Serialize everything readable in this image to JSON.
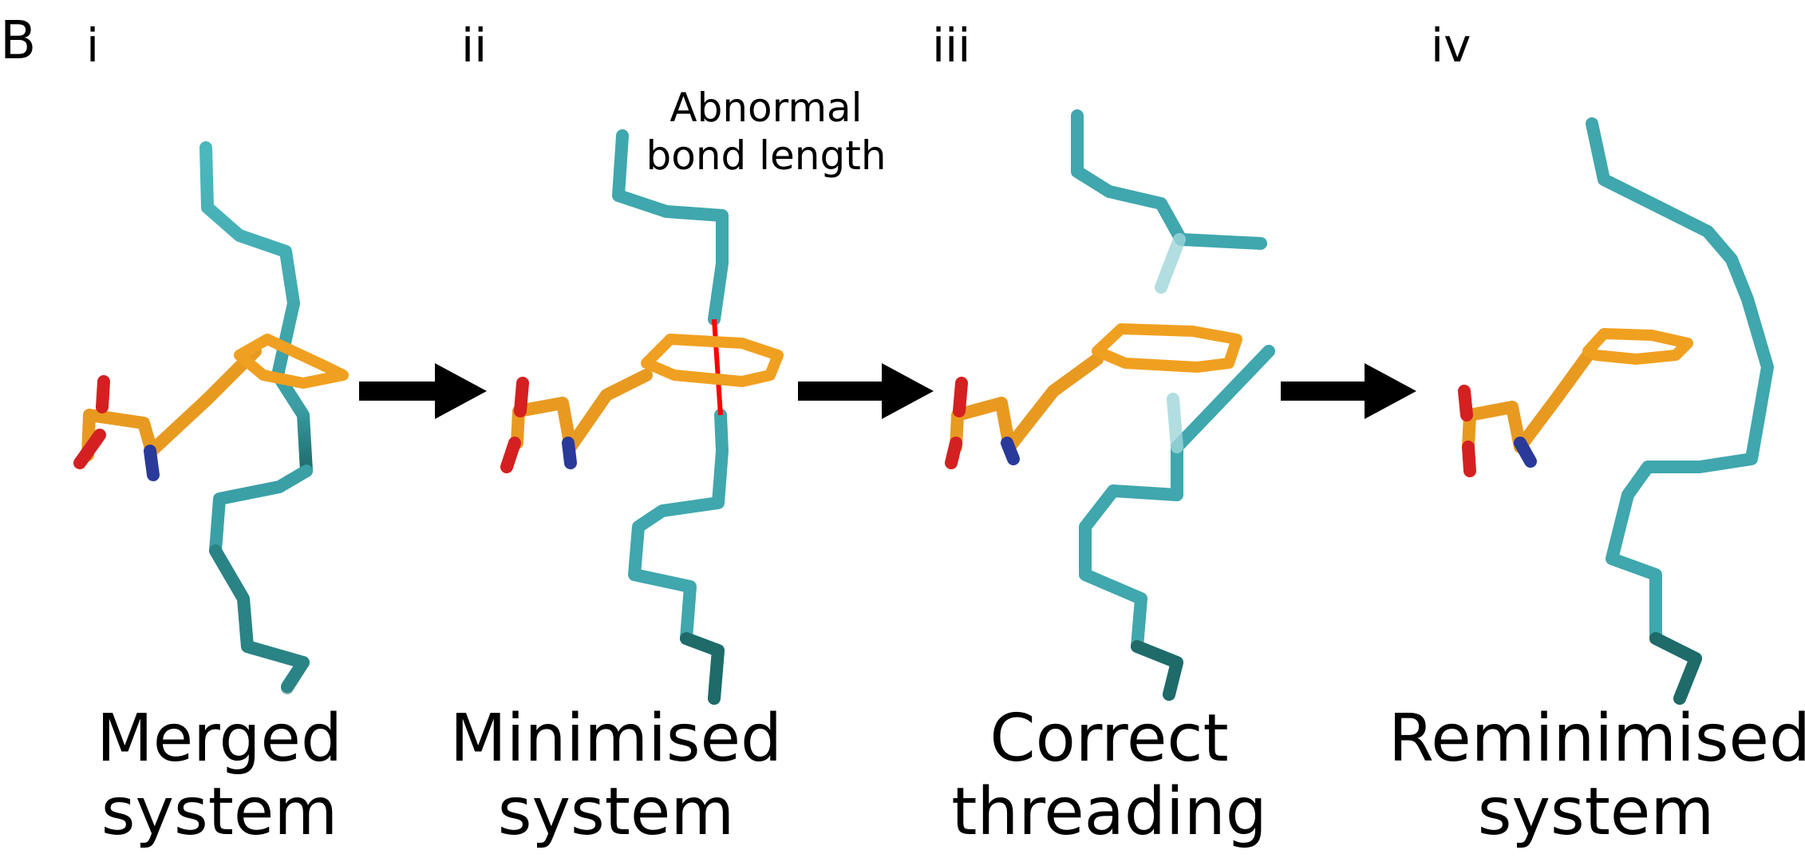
{
  "figure": {
    "panel_letter": "B",
    "steps": [
      {
        "numeral": "i",
        "caption_line1": "Merged",
        "caption_line2": "system"
      },
      {
        "numeral": "ii",
        "caption_line1": "Minimised",
        "caption_line2": "system"
      },
      {
        "numeral": "iii",
        "caption_line1": "Correct",
        "caption_line2": "threading"
      },
      {
        "numeral": "iv",
        "caption_line1": "Reminimised",
        "caption_line2": "system"
      }
    ],
    "annotation_line1": "Abnormal",
    "annotation_line2": "bond length"
  },
  "colors": {
    "lipid_chain": "#3fa7ad",
    "lipid_chain_dark": "#1e6b6a",
    "sidechain": "#f0a020",
    "sidechain_dark": "#9a5a10",
    "oxygen": "#d42020",
    "nitrogen": "#2a3a9a",
    "abnormal_bond": "#ff0000",
    "arrow": "#000000"
  }
}
